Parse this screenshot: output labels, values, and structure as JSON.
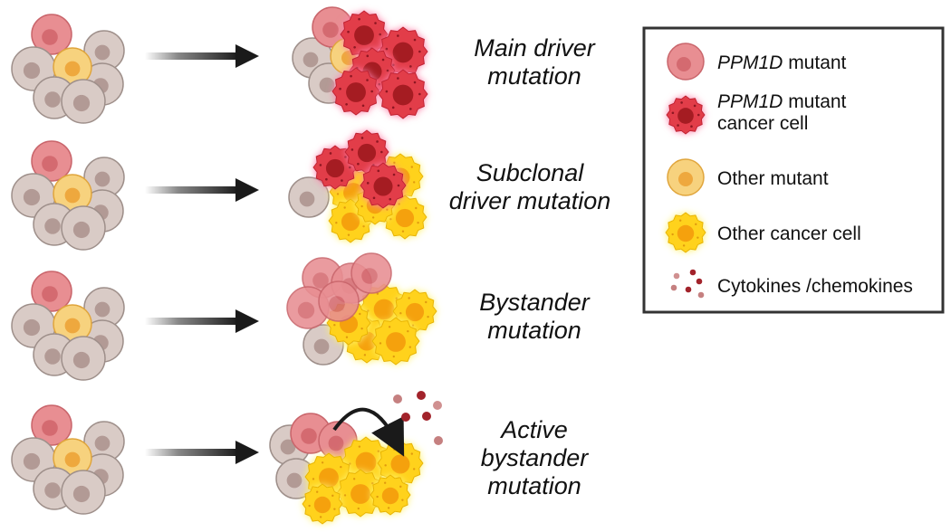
{
  "rows": [
    {
      "label_lines": [
        "Main driver",
        "mutation"
      ]
    },
    {
      "label_lines": [
        "Subclonal",
        "driver mutation"
      ]
    },
    {
      "label_lines": [
        "Bystander",
        "mutation"
      ]
    },
    {
      "label_lines": [
        "Active",
        "bystander",
        "mutation"
      ]
    }
  ],
  "legend": {
    "items": [
      {
        "icon": "ppm1d-mutant-cell-icon",
        "italic": "PPM1D",
        "text": " mutant",
        "line2": ""
      },
      {
        "icon": "ppm1d-cancer-cell-icon",
        "italic": "PPM1D",
        "text": " mutant",
        "line2": "cancer cell"
      },
      {
        "icon": "other-mutant-cell-icon",
        "italic": "",
        "text": "Other mutant",
        "line2": ""
      },
      {
        "icon": "other-cancer-cell-icon",
        "italic": "",
        "text": "Other cancer cell",
        "line2": ""
      },
      {
        "icon": "cytokine-dots-icon",
        "italic": "",
        "text": "Cytokines /chemokines",
        "line2": ""
      }
    ]
  },
  "colors": {
    "normal_fill": "#d9cbc6",
    "normal_stroke": "#9e8f8a",
    "normal_nucleus": "#b29a95",
    "ppm1d_fill": "#e88e92",
    "ppm1d_stroke": "#c9656b",
    "ppm1d_nucleus": "#d46a70",
    "other_mut_fill": "#f7d27e",
    "other_mut_stroke": "#e0a53c",
    "other_mut_nucleus": "#eea83e",
    "cancer_red": "#e23d4a",
    "cancer_red_nucleus": "#a51a22",
    "cancer_red_glow": "#ff8fb0",
    "cancer_yellow": "#ffd21f",
    "cancer_yellow_nucleus": "#f5a10f",
    "cancer_yellow_glow": "#fff27a",
    "arrow": "#1a1a1a",
    "legend_border": "#333333",
    "cytokine": "#a2232b"
  }
}
